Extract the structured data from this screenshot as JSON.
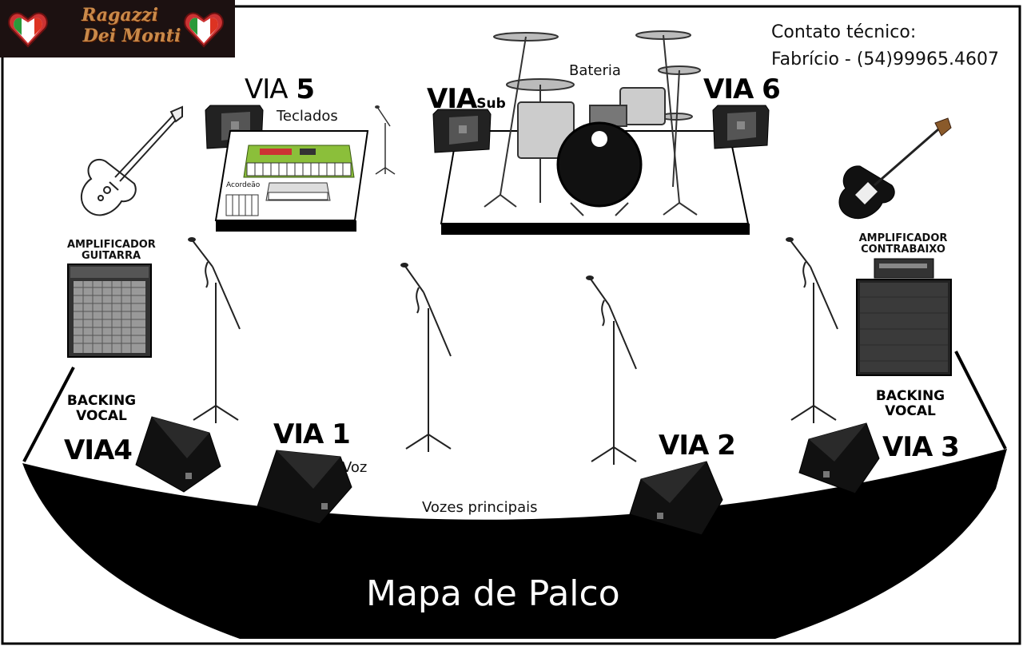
{
  "logo": {
    "line1": "Ragazzi",
    "line2": "Dei Monti"
  },
  "contact": {
    "label": "Contato técnico:",
    "name_phone": "Fabrício - (54)99965.4607"
  },
  "title": "Mapa de Palco",
  "labels": {
    "bateria": "Bateria",
    "teclados": "Teclados",
    "acordeao": "Acordeão",
    "voz": "Voz",
    "vozes_principais": "Vozes principais",
    "amp_guitarra": [
      "AMPLIFICADOR",
      "GUITARRA"
    ],
    "amp_contrabaixo": [
      "AMPLIFICADOR",
      "CONTRABAIXO"
    ],
    "backing_left": [
      "BACKING",
      "VOCAL"
    ],
    "backing_right": [
      "BACKING",
      "VOCAL"
    ]
  },
  "vias": {
    "via1": {
      "word": "VIA",
      "num": "1"
    },
    "via2": {
      "word": "VIA",
      "num": "2"
    },
    "via3": {
      "word": "VIA",
      "num": "3"
    },
    "via4": {
      "word": "VIA",
      "num": "4"
    },
    "via5": {
      "word": "VIA",
      "num": "5"
    },
    "via6": {
      "word": "VIA",
      "num": "6"
    },
    "via_sub": {
      "word": "VIA",
      "suffix": "Sub"
    }
  },
  "colors": {
    "stage": "#000000",
    "logo_bg": "#1c1111",
    "logo_text": "#c98a4a",
    "keyboard_green": "#8bbf3a"
  }
}
